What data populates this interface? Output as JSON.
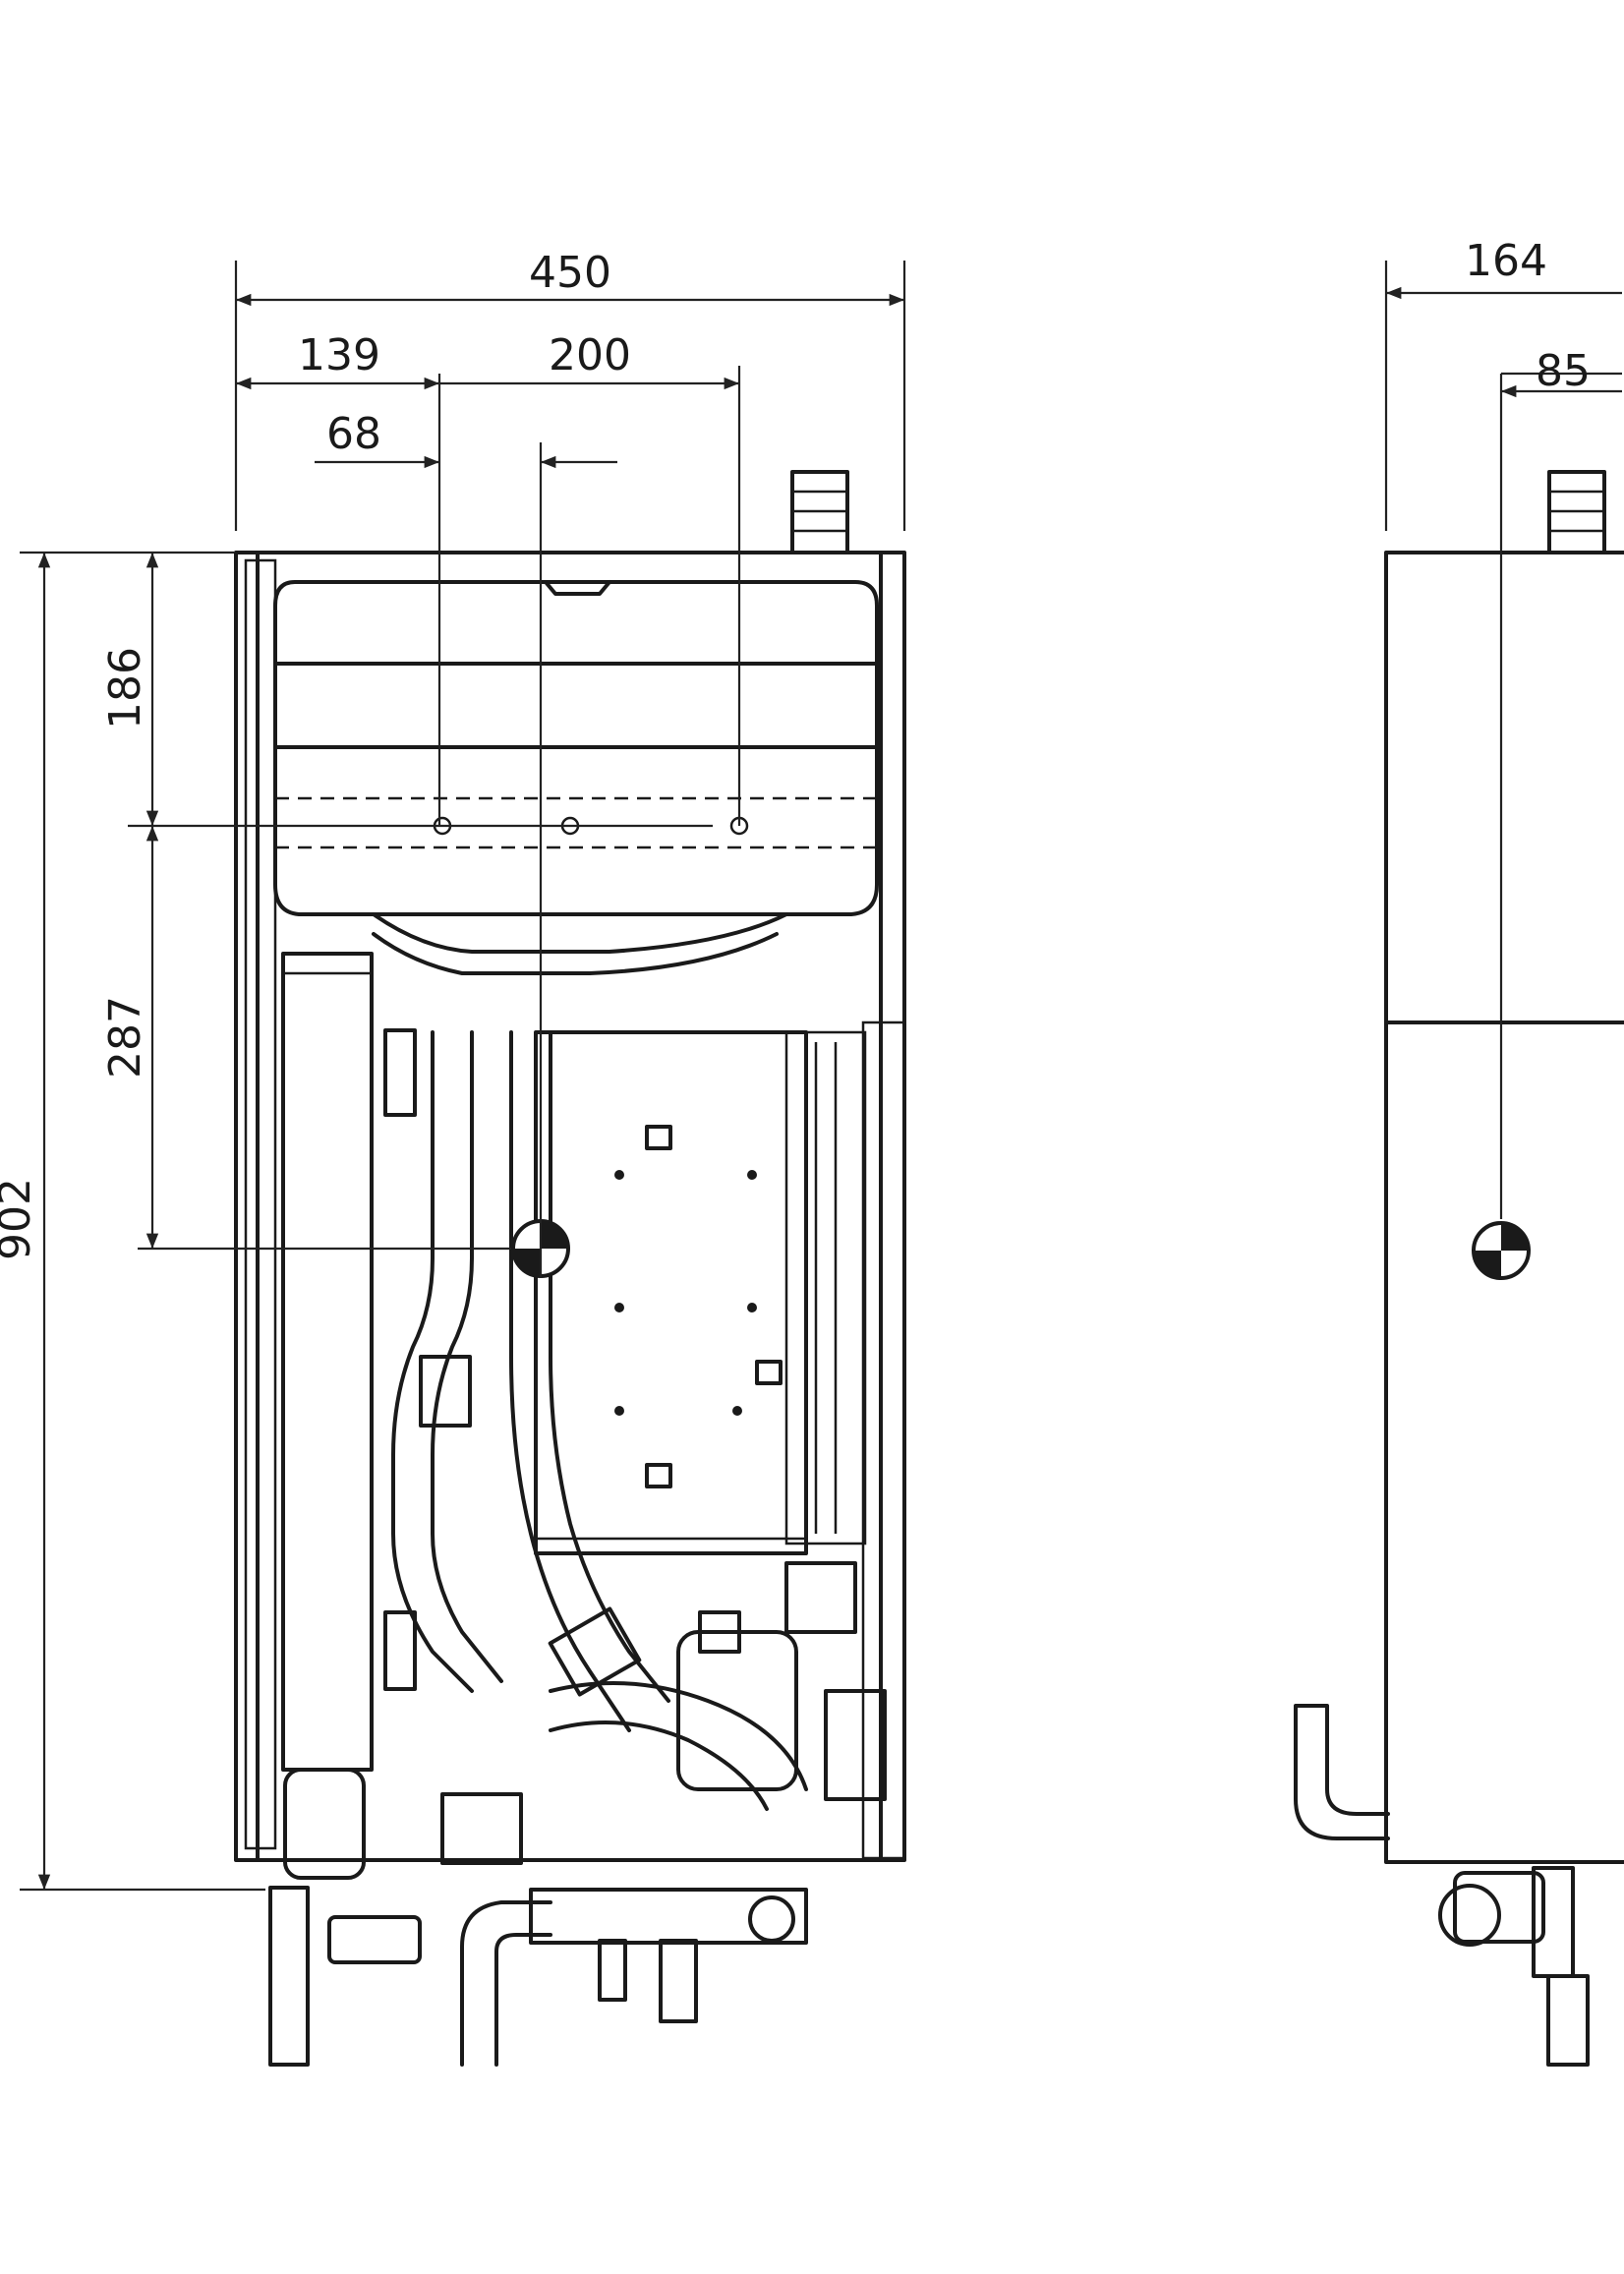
{
  "dimensions": {
    "overall_width": "450",
    "left_offset": "139",
    "connection_spacing": "200",
    "center_offset": "68",
    "overall_height": "902",
    "top_to_pipe": "186",
    "pipe_to_cog": "287",
    "depth": "164",
    "cog_depth": "85"
  }
}
